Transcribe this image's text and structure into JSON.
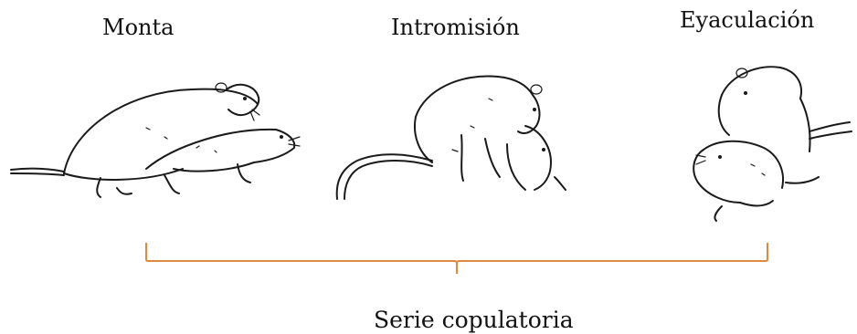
{
  "stages": [
    {
      "label": "Monta",
      "icon": "rat-mount-icon"
    },
    {
      "label": "Intromisión",
      "icon": "rat-intromission-icon"
    },
    {
      "label": "Eyaculación",
      "icon": "rat-ejaculation-icon"
    }
  ],
  "group": {
    "label": "Serie copulatoria",
    "brace_color": "#e08a3c"
  }
}
